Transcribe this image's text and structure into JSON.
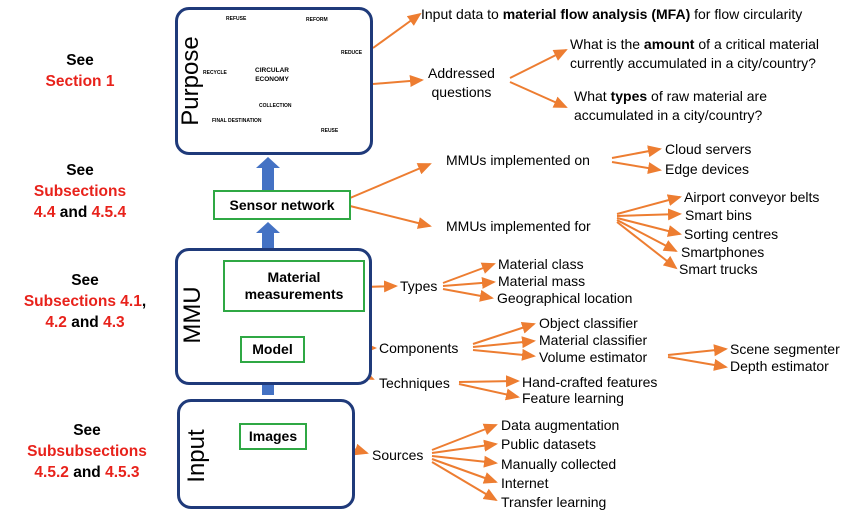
{
  "see_notes": [
    {
      "see": "See",
      "line1_red": "Section 1",
      "line1_rest": "",
      "line2_red": "",
      "line2_mid": "",
      "line2_red2": ""
    },
    {
      "see": "See",
      "line1_red": "Subsections",
      "line1_rest": "",
      "line2_red": "4.4",
      "line2_mid": " and ",
      "line2_red2": "4.5.4"
    },
    {
      "see": "See",
      "line1_red": "Subsections 4.1",
      "line1_rest": ",",
      "line2_red": "4.2",
      "line2_mid": " and ",
      "line2_red2": "4.3"
    },
    {
      "see": "See",
      "line1_red": "Subsubsections",
      "line1_rest": "",
      "line2_red": "4.5.2",
      "line2_mid": " and ",
      "line2_red2": "4.5.3"
    }
  ],
  "stack": {
    "purpose_label": "Purpose",
    "mmu_label": "MMU",
    "input_label": "Input",
    "sensor_network": "Sensor network",
    "material_measurements_1": "Material",
    "material_measurements_2": "measurements",
    "model": "Model",
    "images": "Images"
  },
  "circular_economy": {
    "center_1": "CIRCULAR",
    "center_2": "ECONOMY",
    "segments": [
      "REFUSE",
      "REFORM",
      "REDUCE",
      "REUSE",
      "FINAL DESTINATION",
      "RECYCLE",
      "COLLECTION"
    ],
    "colors": [
      "#3db34a",
      "#8e44ad",
      "#e040c8",
      "#2e6fd8",
      "#7a1fa2",
      "#f2b705",
      "#c0392b"
    ]
  },
  "purpose": {
    "mfa_pre": "Input data to ",
    "mfa_bold": "material flow analysis (MFA)",
    "mfa_post": " for flow circularity",
    "addressed_1": "Addressed",
    "addressed_2": "questions",
    "q1_pre": "What is the ",
    "q1_bold": "amount",
    "q1_post": " of a critical material",
    "q1_line2": "currently accumulated in a city/country?",
    "q2_pre": "What ",
    "q2_bold": "types",
    "q2_post": " of raw material are",
    "q2_line2": "accumulated in a city/country?"
  },
  "sensor": {
    "implemented_on": "MMUs implemented on",
    "on_items": [
      "Cloud servers",
      "Edge devices"
    ],
    "implemented_for": "MMUs implemented for",
    "for_items": [
      "Airport conveyor belts",
      "Smart bins",
      "Sorting centres",
      "Smartphones",
      "Smart trucks"
    ]
  },
  "measurements": {
    "types_label": "Types",
    "types": [
      "Material class",
      "Material mass",
      "Geographical location"
    ]
  },
  "model": {
    "components_label": "Components",
    "components": [
      "Object classifier",
      "Material classifier",
      "Volume estimator"
    ],
    "volume_sub": [
      "Scene segmenter",
      "Depth estimator"
    ],
    "techniques_label": "Techniques",
    "techniques": [
      "Hand-crafted features",
      "Feature learning"
    ]
  },
  "images": {
    "sources_label": "Sources",
    "sources": [
      "Data augmentation",
      "Public datasets",
      "Manually collected",
      "Internet",
      "Transfer learning"
    ]
  },
  "colors": {
    "arrow": "#ed7d31",
    "box_border": "#1f3a7a",
    "green": "#2fa844",
    "red": "#e8221b",
    "up_arrow": "#4472c4"
  }
}
